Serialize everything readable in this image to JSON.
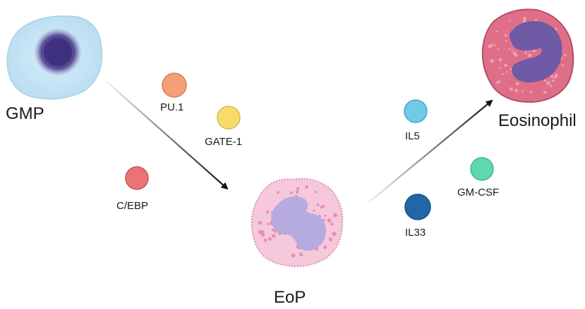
{
  "cells": {
    "gmp": {
      "label": "GMP",
      "cytoplasm": "#bfe0f2",
      "nucleus": "#4a3f86"
    },
    "eop": {
      "label": "EoP",
      "cytoplasm": "#f6c4da",
      "nucleus": "#b6abe0",
      "granules": "#e98fb3"
    },
    "eosinophil": {
      "label": "Eosinophil",
      "cytoplasm": "#df6f86",
      "nucleus": "#6f5aa6",
      "granules": "#f0a0b0"
    }
  },
  "factors": [
    {
      "label": "PU.1",
      "color": "#f3a078"
    },
    {
      "label": "GATE-1",
      "color": "#f8dc6a"
    },
    {
      "label": "C/EBP",
      "color": "#e87574"
    },
    {
      "label": "IL5",
      "color": "#6fcbe8"
    },
    {
      "label": "GM-CSF",
      "color": "#5fd8b0"
    },
    {
      "label": "IL33",
      "color": "#2266a8"
    }
  ],
  "arrow_color": "#111111"
}
